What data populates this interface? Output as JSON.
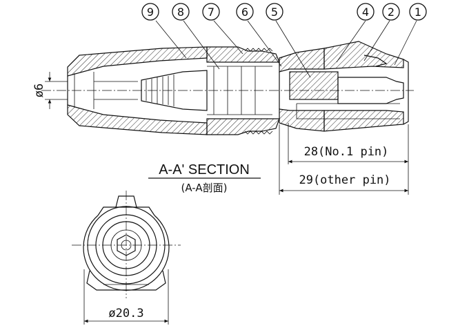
{
  "callouts": [
    "9",
    "8",
    "7",
    "6",
    "5",
    "4",
    "2",
    "1"
  ],
  "section": {
    "title": "A-A' SECTION",
    "subtitle": "(A-A剖面)"
  },
  "dimensions": {
    "dia_small": "ø6",
    "len_no1_pin": "28(No.1 pin)",
    "len_other_pin": "29(other pin)",
    "dia_body": "ø20.3"
  }
}
